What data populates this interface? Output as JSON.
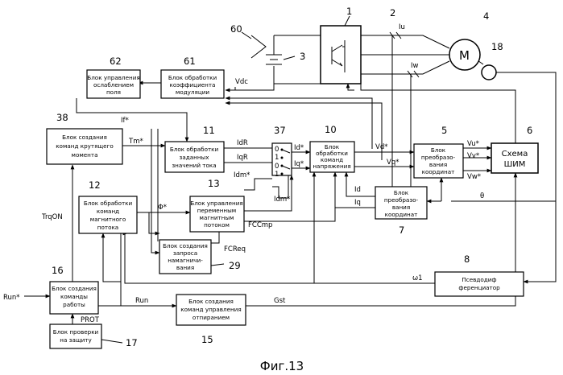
{
  "figure": {
    "caption": "Фиг.13",
    "blocks": [
      {
        "id": "62",
        "number": "62",
        "lines": [
          "Блок управления",
          "ослаблением",
          "поля"
        ]
      },
      {
        "id": "61",
        "number": "61",
        "lines": [
          "Блок обработки",
          "коэффициента",
          "модуляции"
        ]
      },
      {
        "id": "38",
        "number": "38",
        "lines": [
          "Блок создания",
          "команд крутящего",
          "момента"
        ]
      },
      {
        "id": "11",
        "number": "11",
        "lines": [
          "Блок обработки",
          "заданных",
          "значений тока"
        ]
      },
      {
        "id": "10",
        "number": "10",
        "lines": [
          "Блок",
          "обработки",
          "команд",
          "напряжения"
        ]
      },
      {
        "id": "5",
        "number": "5",
        "lines": [
          "Блок",
          "преобразо-",
          "вания",
          "координат"
        ]
      },
      {
        "id": "6",
        "number": "6",
        "lines": [
          "Схема",
          "ШИМ"
        ]
      },
      {
        "id": "12",
        "number": "12",
        "lines": [
          "Блок обработки",
          "команд",
          "магнитного",
          "потока"
        ]
      },
      {
        "id": "13",
        "number": "13",
        "lines": [
          "Блок управления",
          "переменным",
          "магнитным",
          "потоком"
        ]
      },
      {
        "id": "7",
        "number": "7",
        "lines": [
          "Блок",
          "преобразо-",
          "вания",
          "координат"
        ]
      },
      {
        "id": "29",
        "number": "29",
        "lines": [
          "Блок создания",
          "запроса",
          "намагничи-",
          "вания"
        ]
      },
      {
        "id": "16",
        "number": "16",
        "lines": [
          "Блок создания",
          "команды",
          "работы"
        ]
      },
      {
        "id": "15",
        "number": "15",
        "lines": [
          "Блок создания",
          "команд управления",
          "отпиранием"
        ]
      },
      {
        "id": "17",
        "number": "17",
        "lines": [
          "Блок проверки",
          "на защиту"
        ]
      },
      {
        "id": "8",
        "number": "8",
        "lines": [
          "Псевдодиф",
          "ференциатор"
        ]
      }
    ],
    "component_numbers": {
      "inverter": "1",
      "current_sensor": "2",
      "dc_source": "3",
      "motor": "4",
      "encoder": "18",
      "dc_line": "60",
      "switch": "37"
    },
    "motor_label": "M",
    "switch_positions": [
      "0",
      "1",
      "0",
      "1"
    ],
    "signals": {
      "iu": "Iu",
      "iw": "Iw",
      "vdc": "Vdc",
      "if": "If*",
      "tm": "Tm*",
      "idr": "IdR",
      "iqr": "IqR",
      "idm1": "Idm*",
      "idm2": "Idm*",
      "id_cmd": "Id*",
      "iq_cmd": "Iq*",
      "vd": "Vd*",
      "vq": "Vq*",
      "vu": "Vu*",
      "vv": "Vv*",
      "vw": "Vw*",
      "theta": "θ",
      "id": "Id",
      "iq": "Iq",
      "phi": "Φ*",
      "fccmp": "FCCmp",
      "fcreq": "FCReq",
      "trqon": "TrqON",
      "run_in": "Run*",
      "run": "Run",
      "prot": "PROT",
      "omega": "ω1",
      "gst": "Gst"
    }
  }
}
